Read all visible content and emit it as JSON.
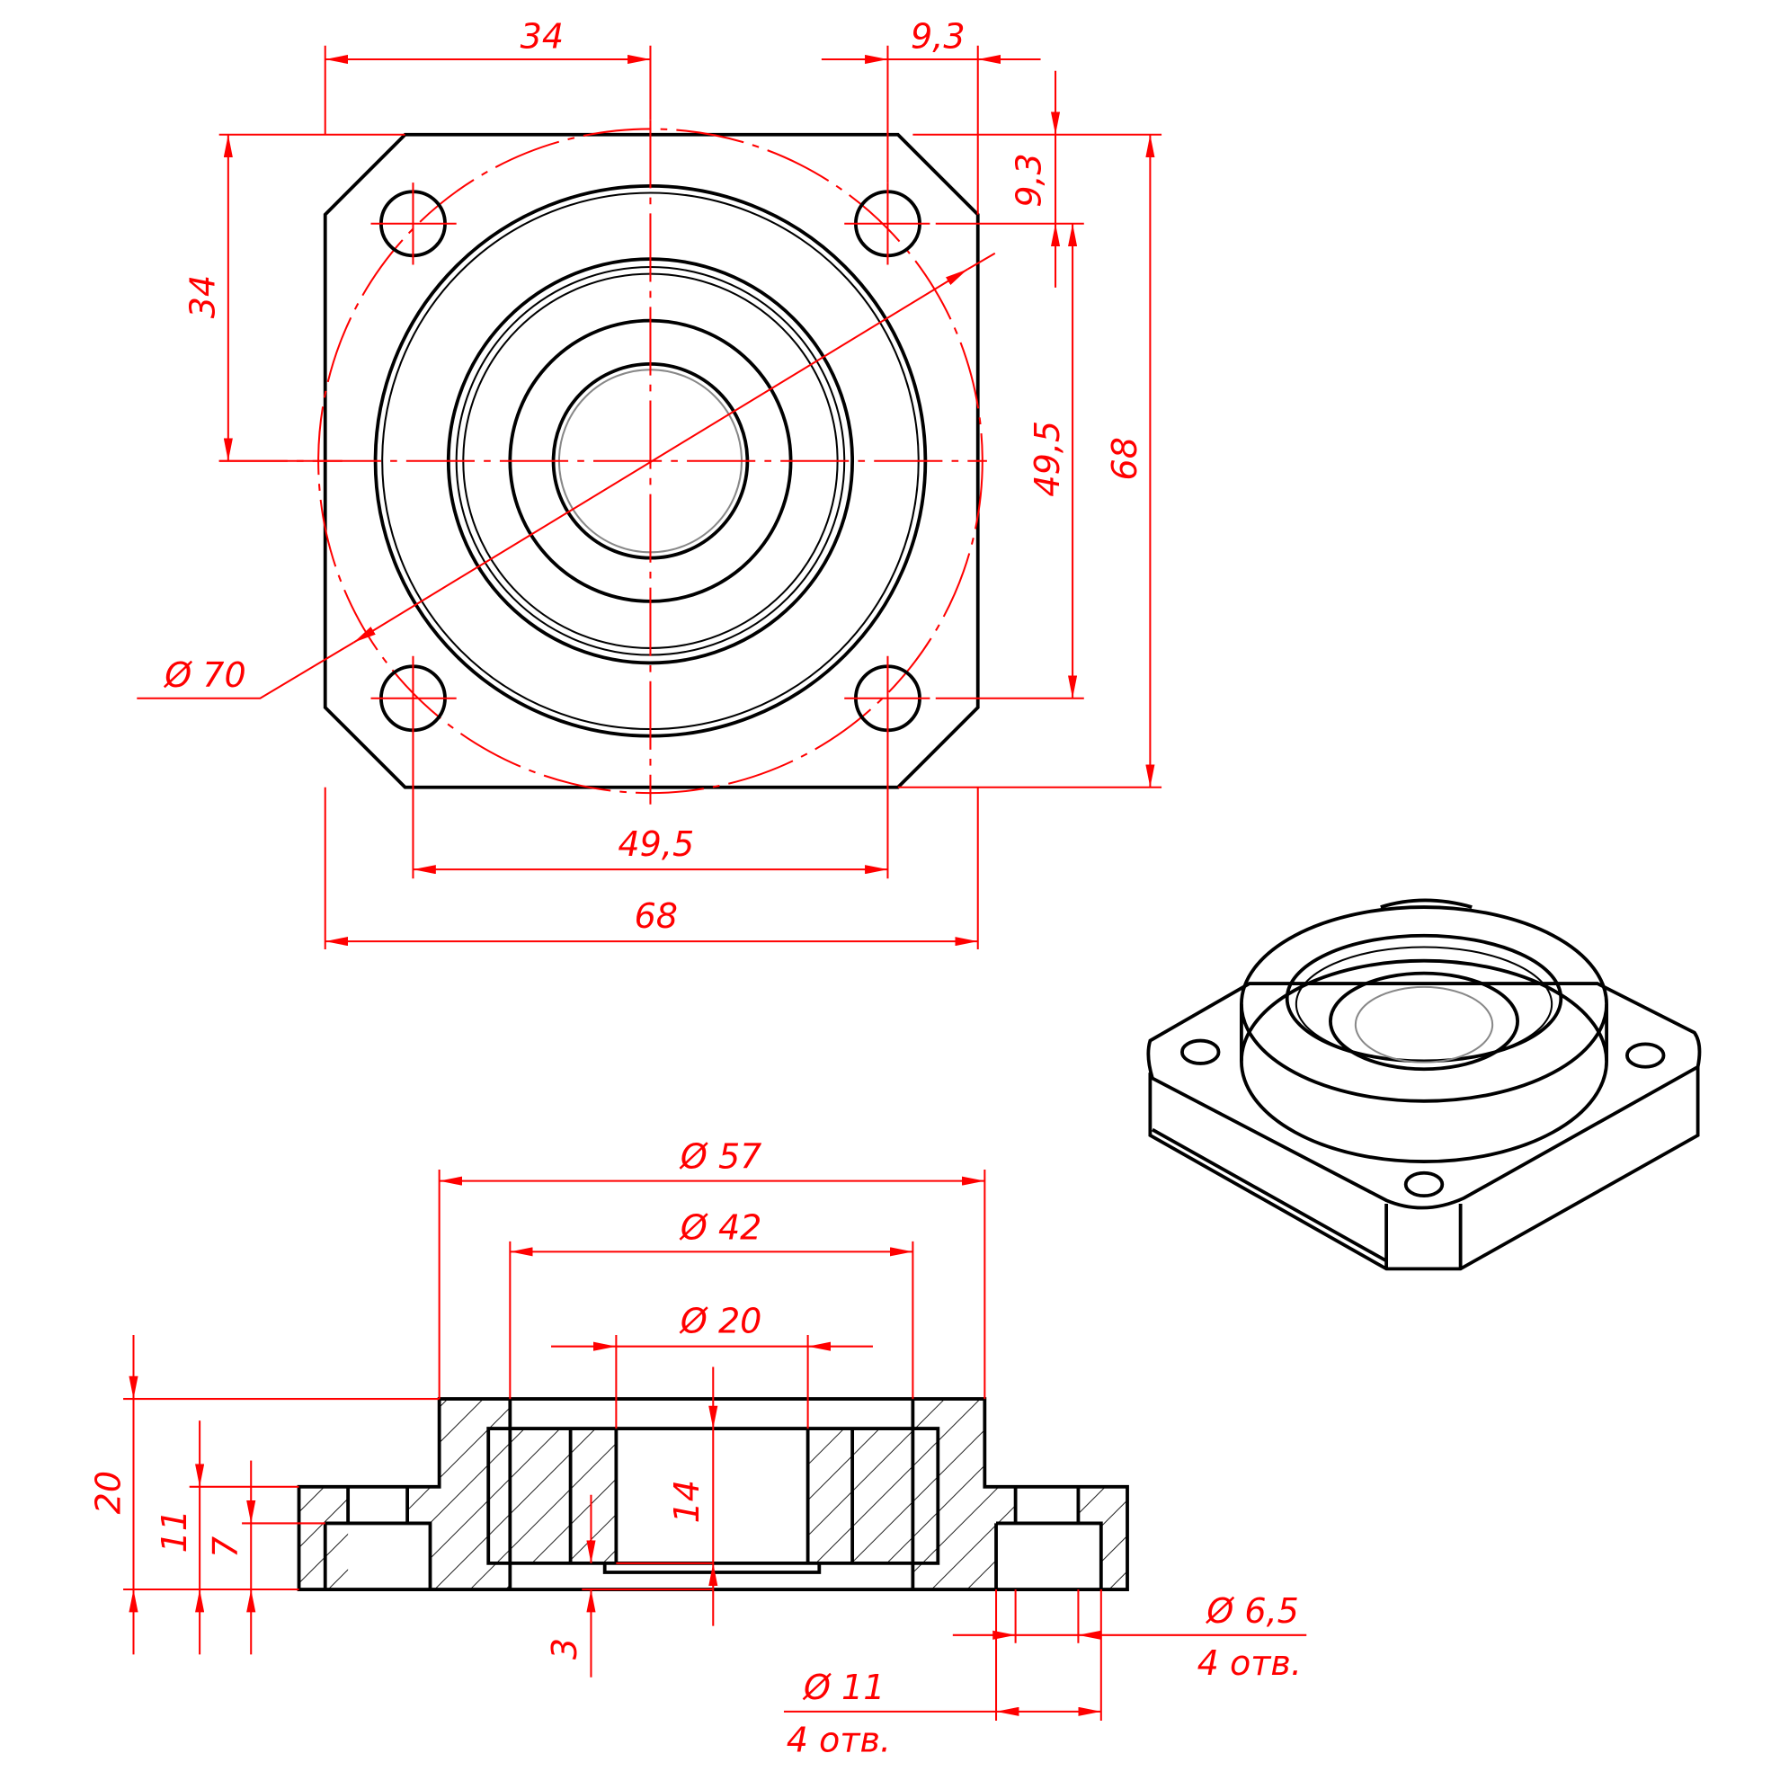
{
  "colors": {
    "dimension": "#ff0000",
    "outline": "#000000",
    "background": "#ffffff"
  },
  "top_view": {
    "dims": {
      "half_width": "34",
      "hole_offset_x": "9,3",
      "hole_offset_y": "9,3",
      "half_height": "34",
      "hole_spacing_y": "49,5",
      "height": "68",
      "pcd": "Ø 70",
      "hole_spacing_x": "49,5",
      "width": "68"
    }
  },
  "section_view": {
    "dims": {
      "boss_dia": "Ø 57",
      "pocket_dia": "Ø 42",
      "bore_dia": "Ø 20",
      "total_height": "20",
      "flange_height_11": "11",
      "counterbore_depth": "7",
      "pocket_depth": "14",
      "bottom_thickness": "3",
      "hole_dia": "Ø 6,5",
      "hole_count_1": "4 отв.",
      "counterbore_dia": "Ø 11",
      "hole_count_2": "4 отв."
    }
  }
}
